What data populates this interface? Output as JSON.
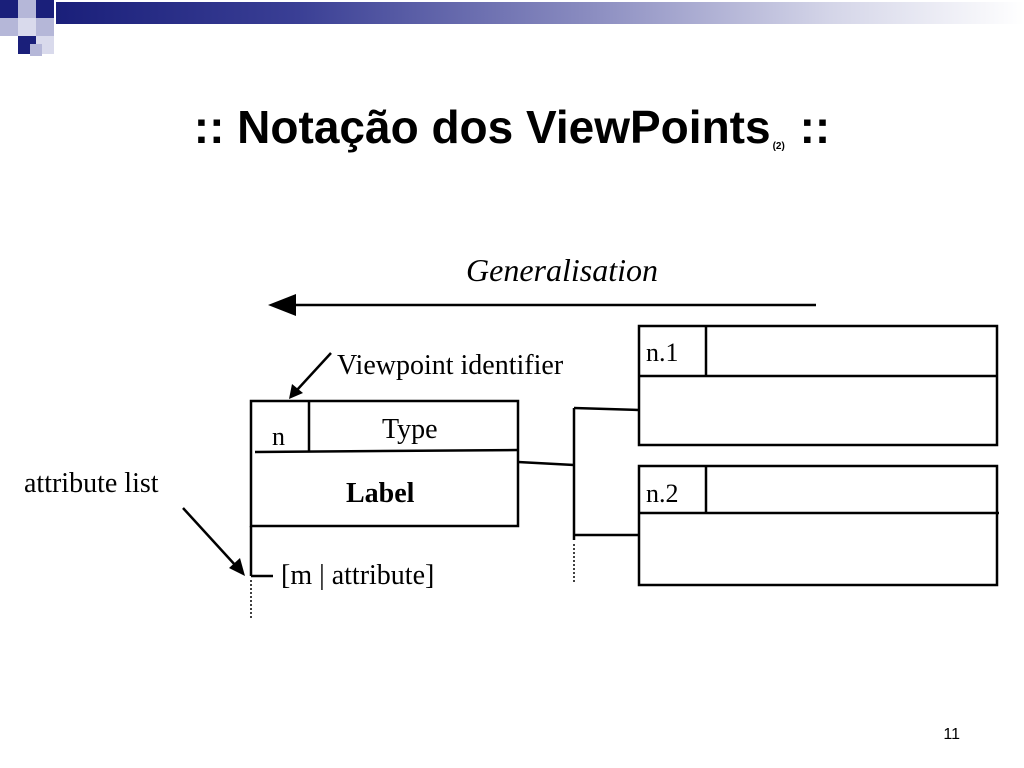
{
  "slide": {
    "title_main": ":: Notação dos ViewPoints",
    "title_sub": "(2)",
    "title_end": "::",
    "page_number": "11",
    "accent_color": "#1a1f7a"
  },
  "diagram": {
    "generalisation": "Generalisation",
    "viewpoint_identifier": "Viewpoint identifier",
    "attribute_list": "attribute list",
    "main_box": {
      "id": "n",
      "type": "Type",
      "label": "Label"
    },
    "attribute_entry": "[m | attribute]",
    "child_boxes": [
      {
        "id": "n.1"
      },
      {
        "id": "n.2"
      }
    ]
  }
}
